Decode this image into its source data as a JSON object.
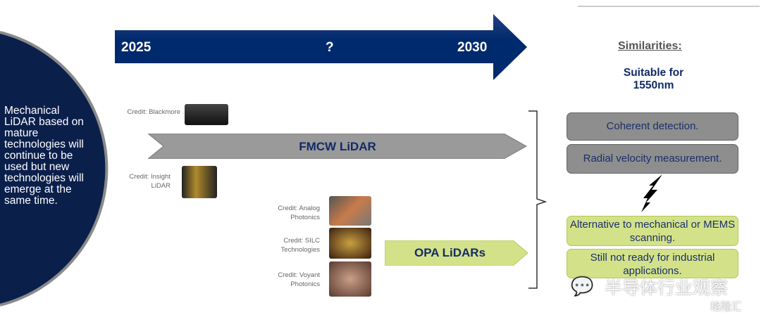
{
  "timeline": {
    "start": "2025",
    "middle": "?",
    "end": "2030"
  },
  "left_note": "Mechanical LiDAR based on  mature technologies will continue to be used but new technologies will emerge at the same time.",
  "fmcw": {
    "label": "FMCW LiDAR",
    "credits": [
      "Credit: Blackmore",
      "Credit: Insight LiDAR"
    ]
  },
  "opa": {
    "label": "OPA LiDARs",
    "credits": [
      "Credit: Analog Photonics",
      "Credit: SILC Technologies",
      "Credit: Voyant Photonics"
    ]
  },
  "similarities": {
    "title": "Similarities:",
    "subtitle": "Suitable for 1550nm",
    "fmcw_points": [
      "Coherent detection.",
      "Radial velocity measurement."
    ],
    "opa_points": [
      "Alternative to mechanical or MEMS scanning.",
      "Still not ready for industrial applications."
    ]
  },
  "watermarks": [
    "半导体行业观察",
    "格隆汇"
  ],
  "colors": {
    "navy": "#0b2a6b",
    "grey_box": "#8e8e8e",
    "green_box": "#d3e289"
  }
}
